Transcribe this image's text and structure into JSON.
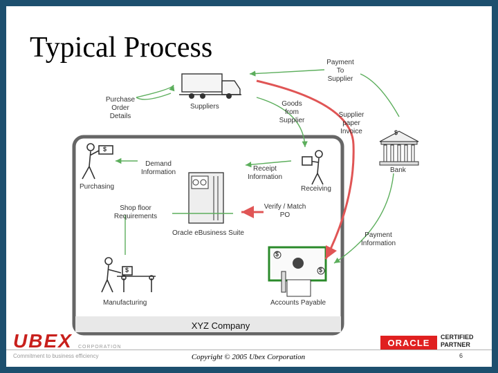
{
  "slide": {
    "title": "Typical Process"
  },
  "diagram": {
    "container_label": "XYZ Company",
    "nodes": {
      "suppliers": "Suppliers",
      "bank": "Bank",
      "purchasing": "Purchasing",
      "receiving": "Receiving",
      "oracle_suite": "Oracle eBusiness Suite",
      "manufacturing": "Manufacturing",
      "accounts_payable": "Accounts Payable"
    },
    "flows": {
      "purchase_order_details": [
        "Purchase",
        "Order",
        "Details"
      ],
      "payment_to_supplier": [
        "Payment",
        "To",
        "Supplier"
      ],
      "goods_from_supplier": [
        "Goods",
        "from",
        "Supplier"
      ],
      "supplier_paper_invoice": [
        "Supplier",
        "paper",
        "Invoice"
      ],
      "demand_information": [
        "Demand",
        "Information"
      ],
      "receipt_information": [
        "Receipt",
        "Information"
      ],
      "shop_floor_requirements": [
        "Shop floor",
        "Requirements"
      ],
      "verify_match_po": [
        "Verify / Match",
        "PO"
      ],
      "payment_information": [
        "Payment",
        "Information"
      ]
    },
    "symbols": {
      "dollar": "$"
    }
  },
  "footer": {
    "logo_text": "UBEX",
    "logo_sub": "CORPORATION",
    "tagline": "Commitment to business efficiency",
    "copyright": "Copyright © 2005 Ubex Corporation",
    "page_number": "6",
    "partner_logo": "ORACLE",
    "partner_badge": [
      "CERTIFIED",
      "PARTNER"
    ]
  },
  "colors": {
    "frame": "#1d4f6e",
    "green_arrow": "#5cae5c",
    "red_arrow": "#e05555",
    "container_border": "#666666",
    "container_fill": "#f4f4f4"
  }
}
